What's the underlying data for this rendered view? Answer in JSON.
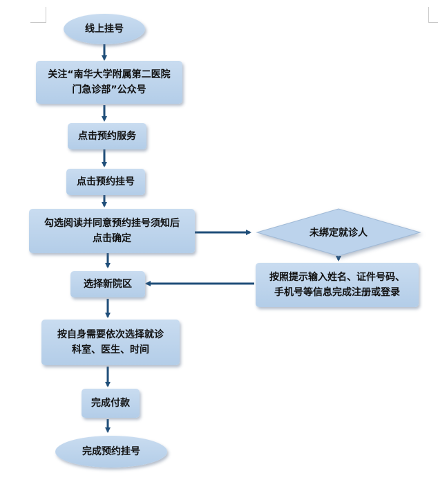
{
  "colors": {
    "node_fill": "#bcd3ec",
    "arrow": "#1f4e79",
    "text": "#111111"
  },
  "nodes": {
    "start": "线上挂号",
    "follow": [
      "关注“南华大学附属第二医院",
      "门急诊部”公众号"
    ],
    "service": "点击预约服务",
    "register": "点击预约挂号",
    "agree": [
      "勾选阅读并同意预约挂号须知后",
      "点击确定"
    ],
    "unbound": "未绑定就诊人",
    "signup": [
      "按照提示输入姓名、证件号码、",
      "手机号等信息完成注册或登录"
    ],
    "campus": "选择新院区",
    "choose": [
      "按自身需要依次选择就诊",
      "科室、医生、时间"
    ],
    "pay": "完成付款",
    "end": "完成预约挂号"
  }
}
